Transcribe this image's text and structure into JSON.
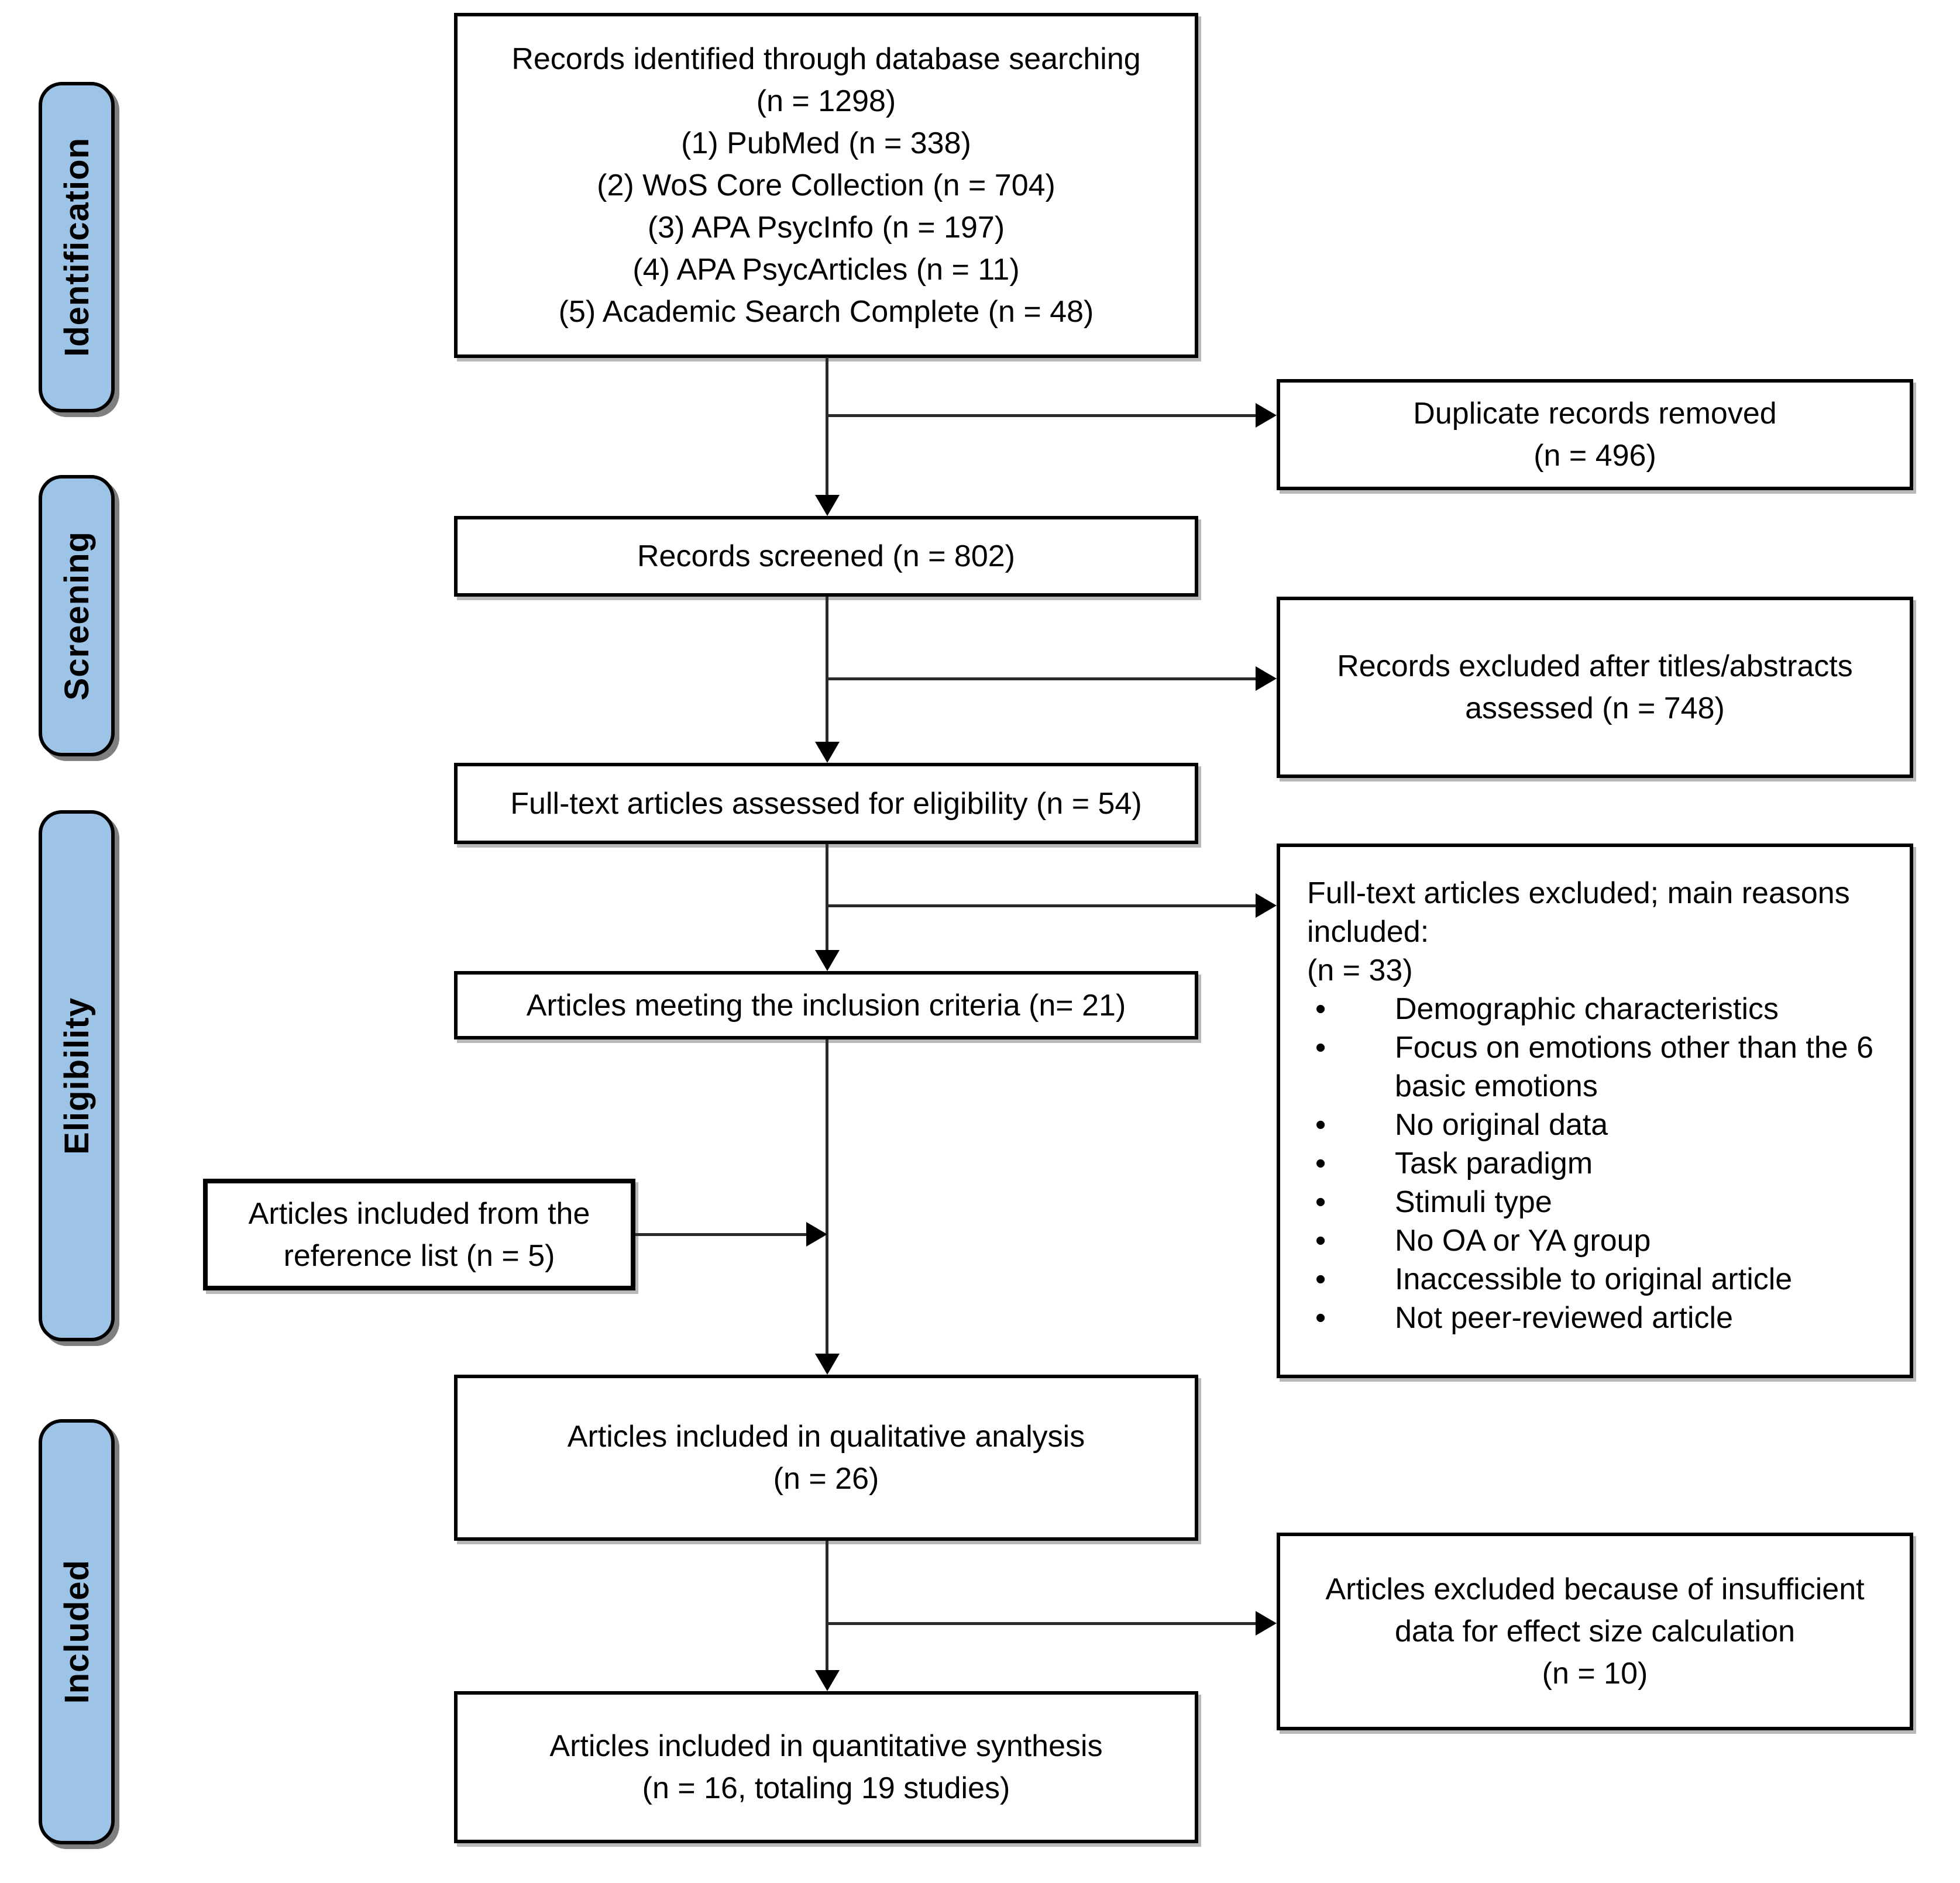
{
  "stages": [
    "Identification",
    "Screening",
    "Eligibility",
    "Included"
  ],
  "colors": {
    "stage_fill": "#9DC3E6",
    "stage_border": "#000000",
    "box_fill": "#FFFFFF",
    "box_border": "#000000",
    "line": "#2a2a2a"
  },
  "bullet_glyph": "•",
  "boxes": {
    "identified": {
      "lines": [
        "Records identified through database searching",
        "(n = 1298)",
        "(1) PubMed (n = 338)",
        "(2) WoS Core Collection (n = 704)",
        "(3) APA PsycInfo (n = 197)",
        "(4) APA PsycArticles (n = 11)",
        "(5) Academic Search Complete (n = 48)"
      ]
    },
    "duplicates": {
      "lines": [
        "Duplicate records removed",
        "(n = 496)"
      ]
    },
    "screened": {
      "lines": [
        "Records screened (n = 802)"
      ]
    },
    "excluded_titles": {
      "lines": [
        "Records excluded after titles/abstracts",
        "assessed (n = 748)"
      ]
    },
    "fulltext_assessed": {
      "lines": [
        "Full-text articles assessed for eligibility (n = 54)"
      ]
    },
    "fulltext_excluded": {
      "header": [
        "Full-text articles excluded; main reasons",
        "included:",
        "(n = 33)"
      ],
      "bullets": [
        "Demographic characteristics",
        "Focus on emotions other than the 6 basic emotions",
        "No original data",
        "Task paradigm",
        "Stimuli type",
        "No OA or YA group",
        "Inaccessible to original article",
        "Not peer-reviewed article"
      ]
    },
    "inclusion_criteria": {
      "lines": [
        "Articles meeting the inclusion criteria (n= 21)"
      ]
    },
    "reference_list": {
      "lines": [
        "Articles included from the",
        "reference list (n = 5)"
      ]
    },
    "qualitative": {
      "lines": [
        "Articles included in qualitative analysis",
        "(n = 26)"
      ]
    },
    "insufficient_data": {
      "lines": [
        "Articles excluded because of insufficient",
        "data for effect size calculation",
        "(n = 10)"
      ]
    },
    "quantitative": {
      "lines": [
        "Articles included in quantitative synthesis",
        "(n = 16, totaling 19 studies)"
      ]
    }
  }
}
